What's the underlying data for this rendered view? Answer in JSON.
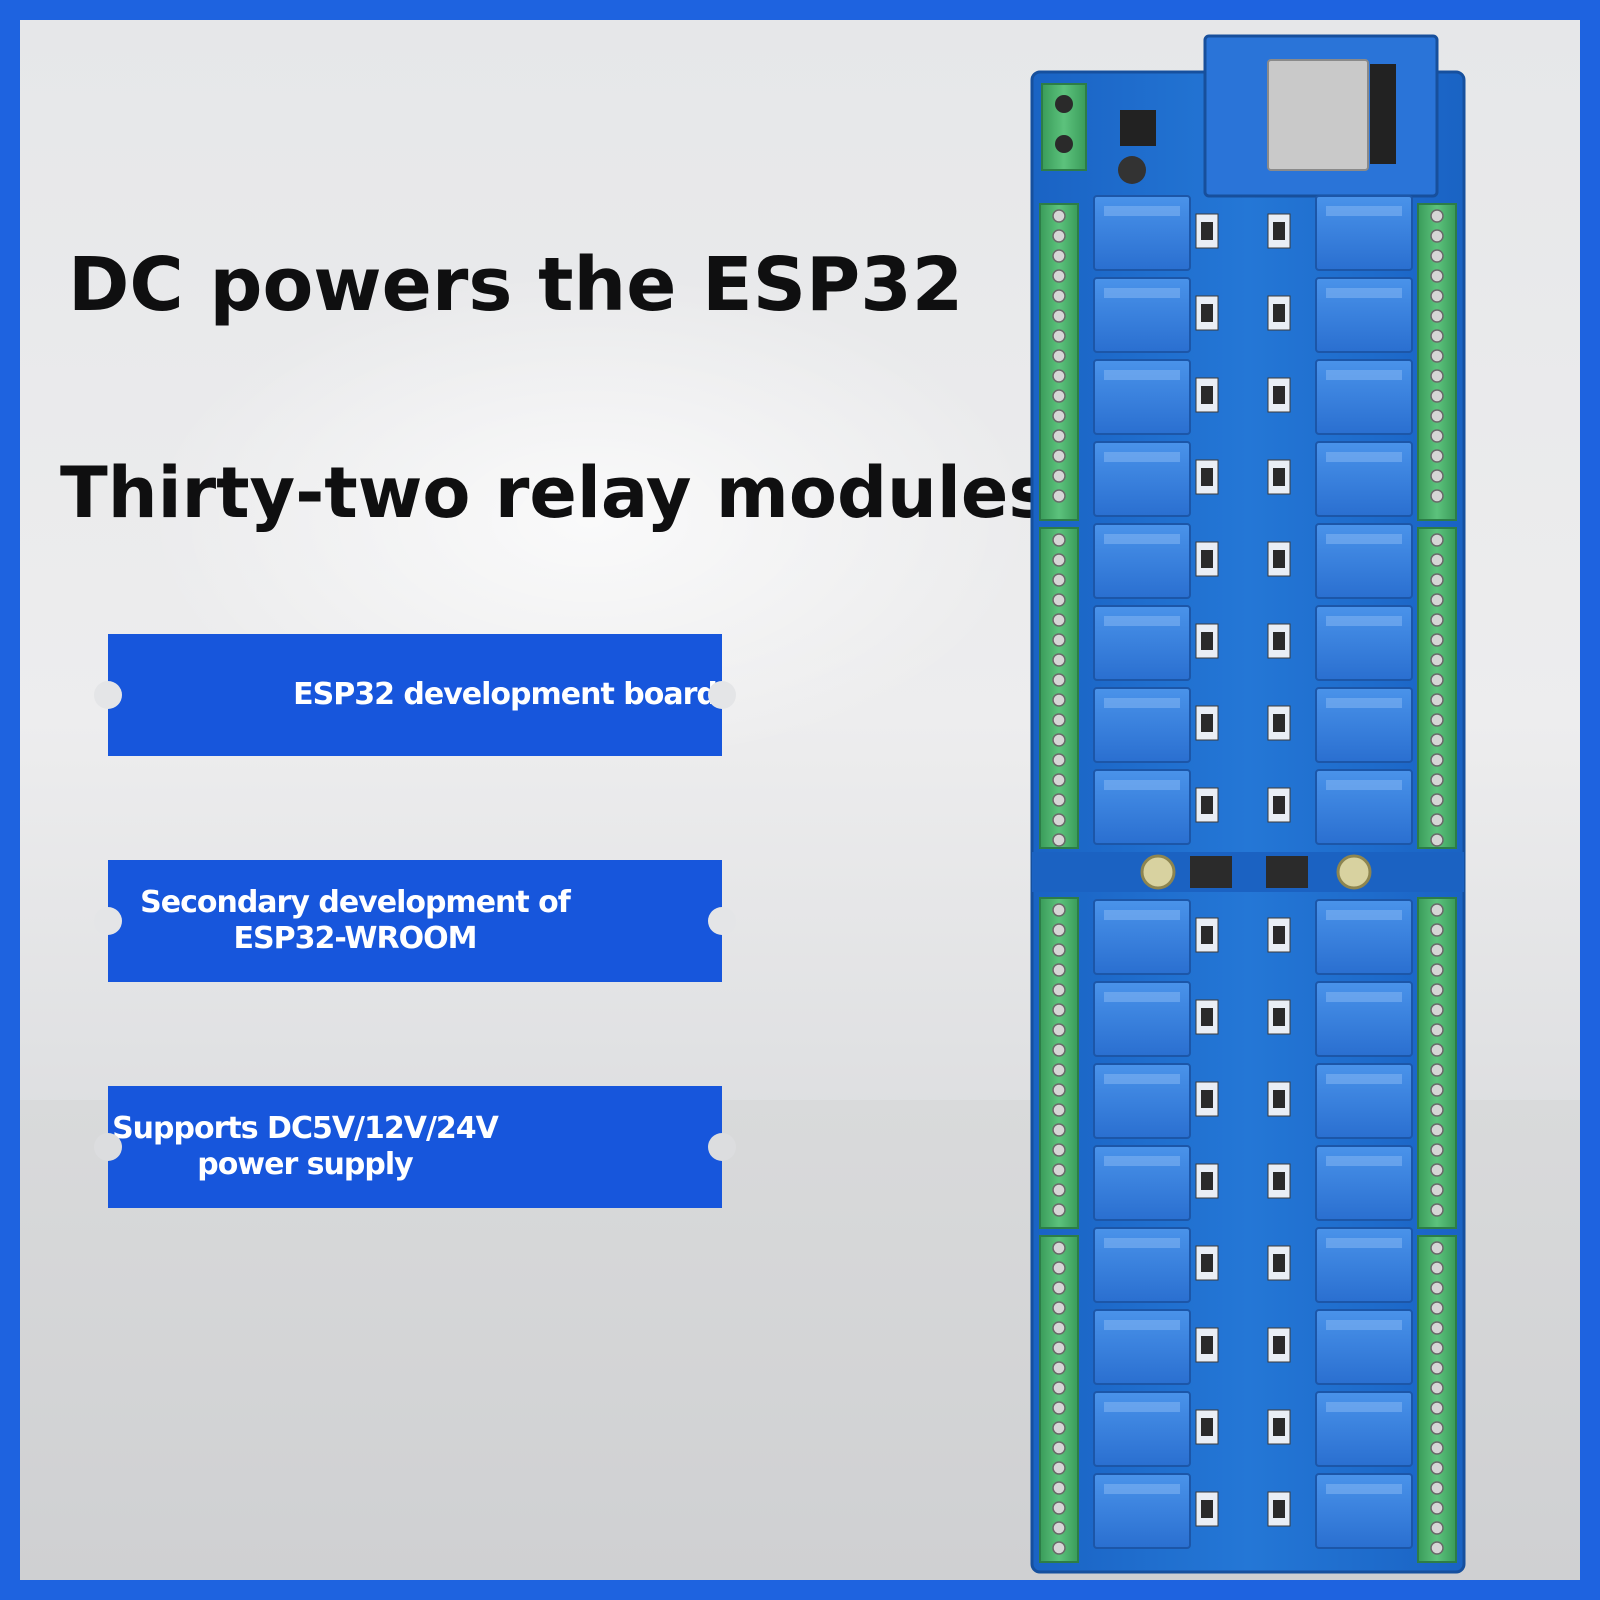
{
  "headline": {
    "line1": "DC powers the ESP32",
    "line2": "Thirty-two relay modules"
  },
  "features": [
    {
      "lines": [
        "ESP32 development board"
      ]
    },
    {
      "lines": [
        "Secondary development of",
        "ESP32-WROOM"
      ]
    },
    {
      "lines": [
        "Supports DC5V/12V/24V",
        "power supply"
      ]
    }
  ],
  "colors": {
    "border": "#1e63e0",
    "tag_fill": "#1756dc",
    "pcb": "#1d6fd1",
    "relay": "#2f7de0",
    "terminal": "#49b26b"
  },
  "product": {
    "image": "esp32-32-channel-relay-board",
    "relay_count": 32
  }
}
